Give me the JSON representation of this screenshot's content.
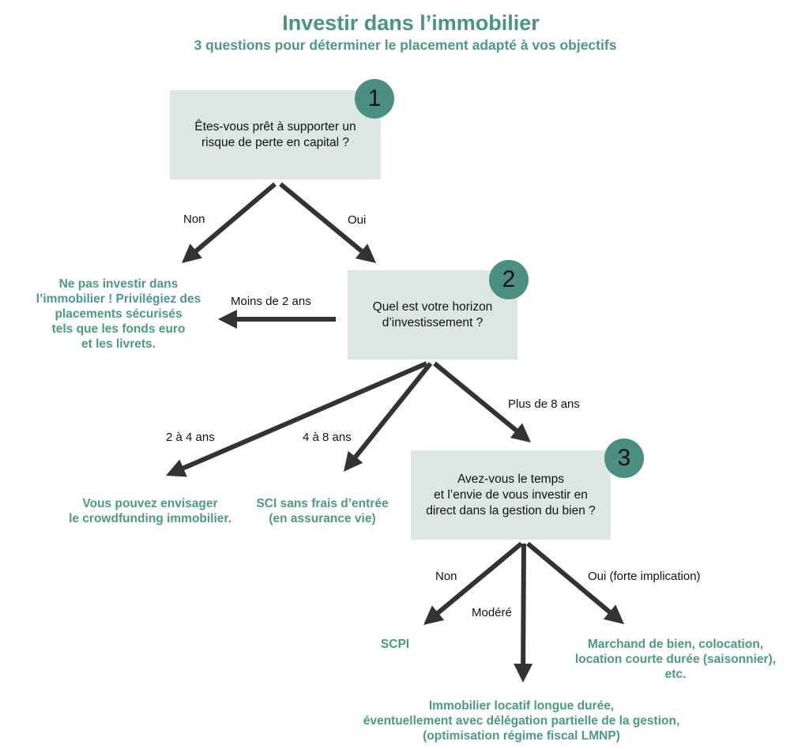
{
  "header": {
    "title": "Investir dans l’immobilier",
    "subtitle": "3 questions pour déterminer le placement adapté à vos objectifs"
  },
  "colors": {
    "accent": "#4a9a88",
    "badge": "#4b8f82",
    "box": "#dce6e3",
    "arrow": "#333333"
  },
  "questions": [
    {
      "number": "1",
      "text": "Êtes-vous prêt à supporter un\nrisque de perte en capital ?"
    },
    {
      "number": "2",
      "text": "Quel est votre horizon\nd’investissement ?"
    },
    {
      "number": "3",
      "text": "Avez-vous le temps\net l’envie de vous investir en\ndirect dans la gestion du bien ?"
    }
  ],
  "labels": {
    "q1_non": "Non",
    "q1_oui": "Oui",
    "q2_moins2": "Moins de 2 ans",
    "q2_2a4": "2 à 4 ans",
    "q2_4a8": "4 à 8 ans",
    "q2_plus8": "Plus de 8 ans",
    "q3_non": "Non",
    "q3_modere": "Modéré",
    "q3_oui": "Oui (forte implication)"
  },
  "outcomes": {
    "no_invest": "Ne pas investir dans\nl’immobilier ! Privilégiez des\nplacements sécurisés\ntels que les fonds euro\net les livrets.",
    "crowdfunding": "Vous pouvez envisager\nle crowdfunding immobilier.",
    "sci": "SCI sans frais d’entrée\n(en assurance vie)",
    "scpi": "SCPI",
    "marchand": "Marchand de bien, colocation,\nlocation courte durée (saisonnier),\netc.",
    "locatif": "Immobilier locatif longue durée,\néventuellement avec délégation partielle de la gestion,\n(optimisation régime fiscal LMNP)"
  }
}
